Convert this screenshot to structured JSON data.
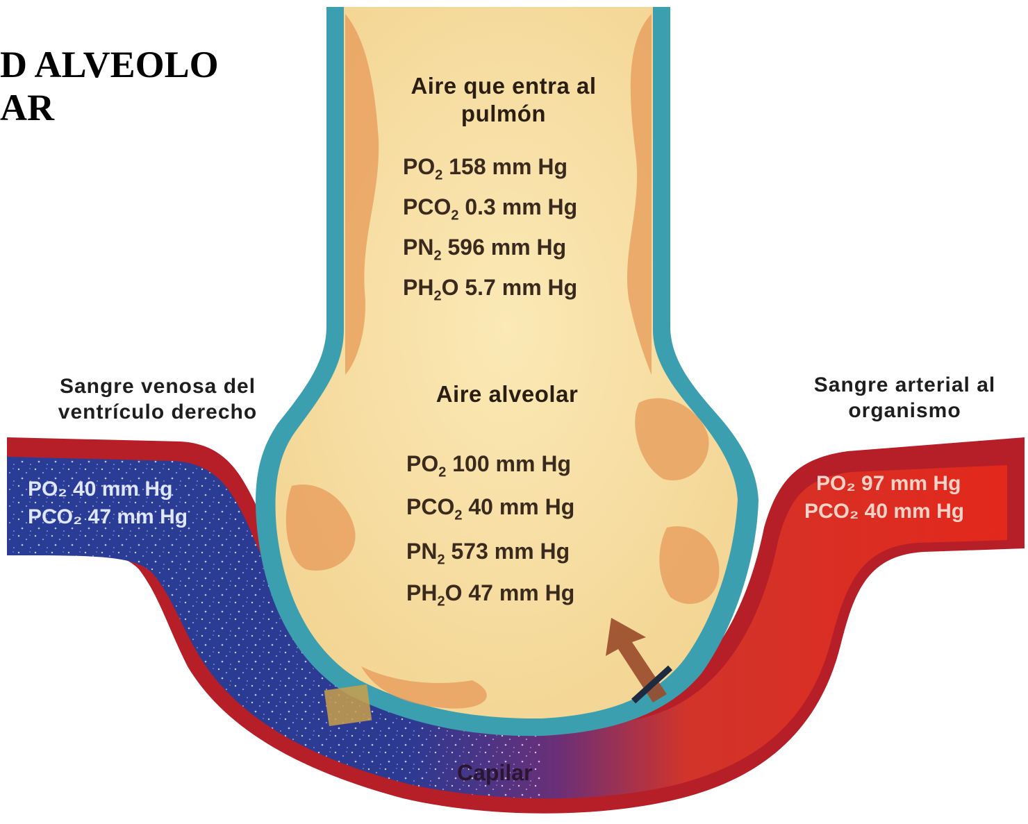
{
  "slide_title": {
    "line1": "D ALVEOLO",
    "line2": "AR"
  },
  "inspired_air": {
    "title_line1": "Aire que entra al",
    "title_line2": "pulmón",
    "pressures": [
      {
        "prefix": "P",
        "gas": "O",
        "sub": "2",
        "value": "158 mm Hg"
      },
      {
        "prefix": "P",
        "gas": "CO",
        "sub": "2",
        "value": "0.3 mm Hg"
      },
      {
        "prefix": "P",
        "gas": "N",
        "sub": "2",
        "value": "596 mm Hg"
      },
      {
        "prefix": "P",
        "gas": "H",
        "sub": "2",
        "gas2": "O",
        "value": "5.7 mm Hg"
      }
    ]
  },
  "alveolar_air": {
    "title": "Aire alveolar",
    "pressures": [
      {
        "prefix": "P",
        "gas": "O",
        "sub": "2",
        "value": "100 mm Hg"
      },
      {
        "prefix": "P",
        "gas": "CO",
        "sub": "2",
        "value": "40 mm Hg"
      },
      {
        "prefix": "P",
        "gas": "N",
        "sub": "2",
        "value": "573 mm Hg"
      },
      {
        "prefix": "P",
        "gas": "H",
        "sub": "2",
        "gas2": "O",
        "value": "47 mm Hg"
      }
    ]
  },
  "venous_blood": {
    "label_line1": "Sangre venosa del",
    "label_line2": "ventrículo derecho",
    "po2": "PO₂ 40 mm Hg",
    "pco2": "PCO₂ 47 mm Hg"
  },
  "arterial_blood": {
    "label_line1": "Sangre arterial al",
    "label_line2": "organismo",
    "po2": "PO₂ 97 mm Hg",
    "pco2": "PCO₂ 40 mm Hg"
  },
  "capillary_label": "Capilar",
  "colors": {
    "alveolus_fill": "#f8e2a8",
    "alveolus_wall": "#3c9fb0",
    "mucosa": "#e79a58",
    "venous_blood": "#2a3d96",
    "arterial_blood": "#e3281c",
    "vessel_wall": "#b61e28"
  }
}
